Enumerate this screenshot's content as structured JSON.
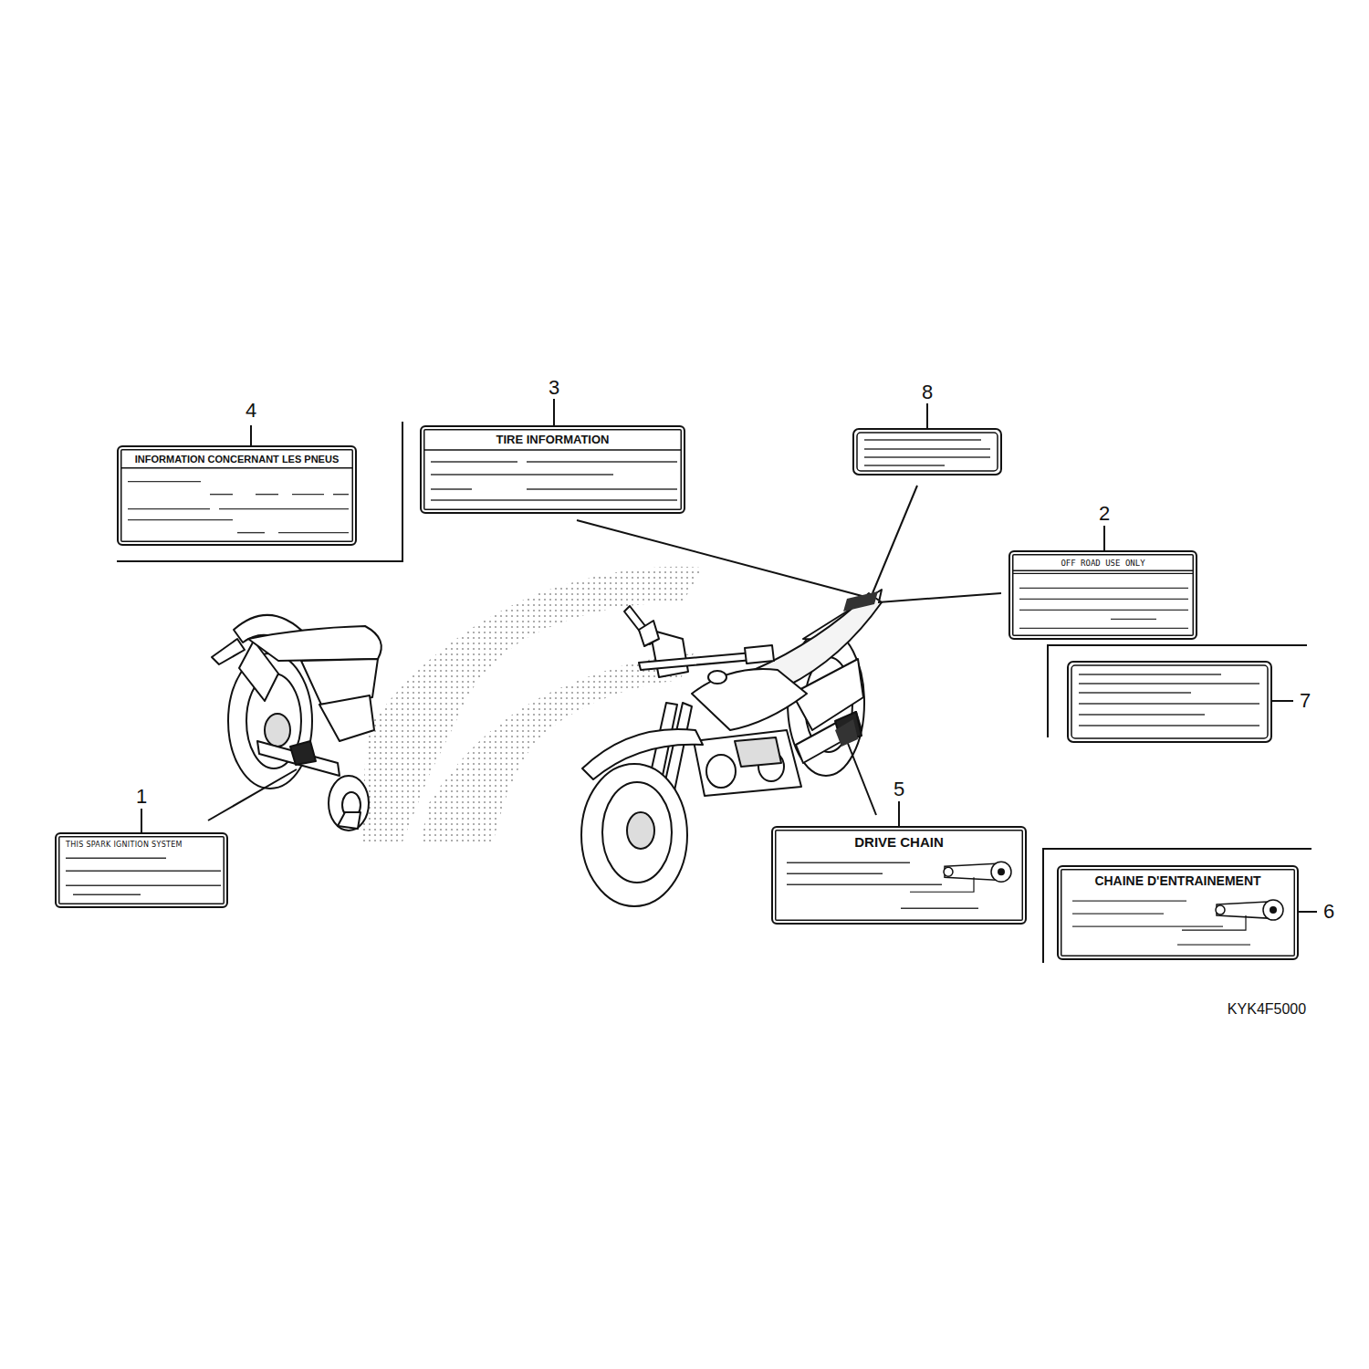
{
  "diagram": {
    "nodes": [
      {
        "text": [
          "INFORMATION CONCERNANT LES PNEUS"
        ]
      },
      {
        "text": [
          "TIRE INFORMATION"
        ]
      },
      {
        "text": [
          "OFF ROAD USE ONLY"
        ]
      },
      {
        "text": [
          "THIS SPARK IGNITION SYSTEM"
        ]
      },
      {
        "text": [
          "DRIVE CHAIN"
        ]
      },
      {
        "text": [
          "CHAINE D'ENTRAINEMENT"
        ]
      }
    ],
    "labels": [
      "4",
      "3",
      "8",
      "2",
      "7",
      "1",
      "5",
      "6",
      "KYK4F5000"
    ]
  }
}
